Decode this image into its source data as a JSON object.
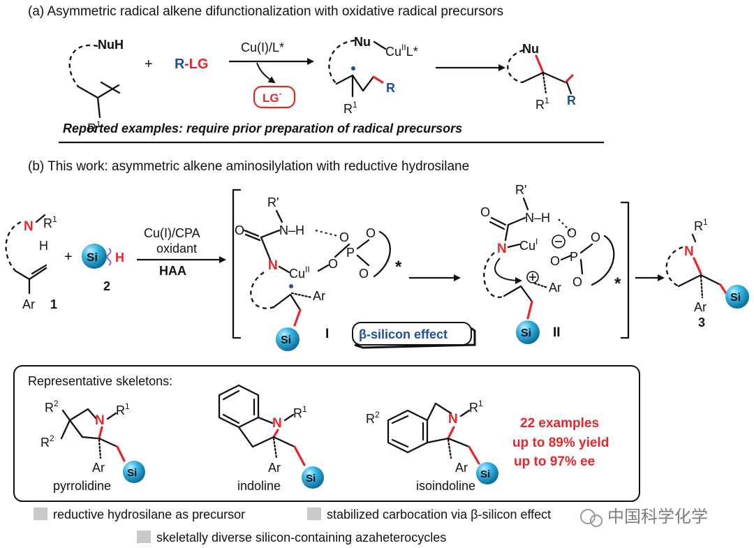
{
  "panel_a": {
    "title": "(a) Asymmetric radical alkene difunctionalization with oxidative radical precursors",
    "nuh": "NuH",
    "r1": "R",
    "sup1": "1",
    "plus": "+",
    "reagent_r": "R",
    "reagent_lg": "-LG",
    "catalyst": "Cu(I)/L*",
    "byproduct": "LG",
    "byproduct_charge": "-",
    "nu": "Nu",
    "cu": "Cu",
    "cu_ox": "II",
    "ligand": "L*",
    "r_group": "R",
    "reported": "Reported examples: require prior preparation of radical precursors"
  },
  "panel_b": {
    "title": "(b) This work: asymmetric alkene aminosilylation with reductive hydrosilane",
    "n": "N",
    "h": "H",
    "r1": "R",
    "sup1": "1",
    "ar": "Ar",
    "label_1": "1",
    "plus": "+",
    "si": "Si",
    "label_2": "2",
    "catalyst": "Cu(I)/CPA",
    "oxidant": "oxidant",
    "haa": "HAA",
    "rprime": "R'",
    "nh": "N–H",
    "o": "O",
    "p": "P",
    "cu": "Cu",
    "cu_ii": "II",
    "cu_i": "I",
    "star": "*",
    "label_I": "I",
    "label_II": "II",
    "beta_effect": "β-silicon effect",
    "label_3": "3"
  },
  "skeletons": {
    "header": "Representative skeletons:",
    "r2": "R",
    "sup2": "2",
    "pyrrolidine": "pyrrolidine",
    "indoline": "indoline",
    "isoindoline": "isoindoline",
    "stats": [
      "22 examples",
      "up to 89% yield",
      "up to 97% ee"
    ]
  },
  "features": [
    "reductive hydrosilane as precursor",
    "stabilized carbocation via β-silicon effect",
    "skeletally diverse silicon-containing azaheterocycles"
  ],
  "watermark": "中国科学化学",
  "colors": {
    "red": "#e8262a",
    "blue": "#1f4fa0",
    "si_ball": "#2aa7d8",
    "bullet": "#c8c8c8"
  }
}
